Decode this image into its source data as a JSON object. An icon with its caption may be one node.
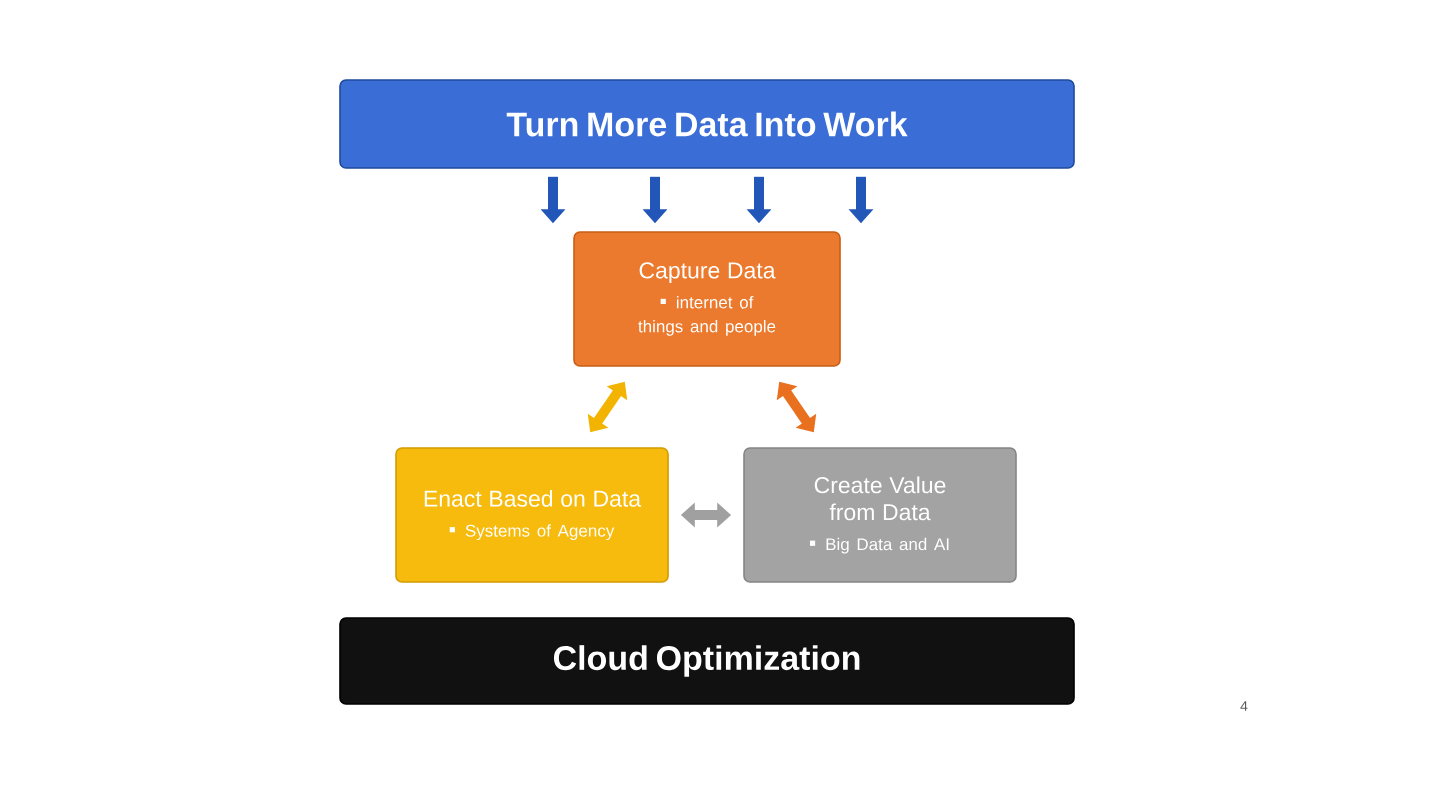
{
  "diagram": {
    "nodes": [
      {
        "text": [
          "Turn More Data Into Work"
        ]
      },
      {
        "text": [
          "Capture Data",
          "internet of things and people"
        ]
      },
      {
        "text": [
          "Enact Based on Data",
          "Systems of Agency"
        ]
      },
      {
        "text": [
          "Create Value from Data",
          "Big Data and AI"
        ]
      },
      {
        "text": [
          "Cloud Optimization"
        ]
      }
    ],
    "edges": [
      {
        "from": 0,
        "to": 1,
        "arrow": "to"
      },
      {
        "from": 0,
        "to": 1,
        "arrow": "to"
      },
      {
        "from": 0,
        "to": 1,
        "arrow": "to"
      },
      {
        "from": 0,
        "to": 1,
        "arrow": "to"
      },
      {
        "from": 1,
        "to": 2,
        "arrow": "both",
        "color": "#f2b400"
      },
      {
        "from": 1,
        "to": 3,
        "arrow": "both",
        "color": "#e8701e"
      },
      {
        "from": 2,
        "to": 3,
        "arrow": "both",
        "color": "#a0a0a0"
      }
    ],
    "labels": [
      "4"
    ]
  }
}
